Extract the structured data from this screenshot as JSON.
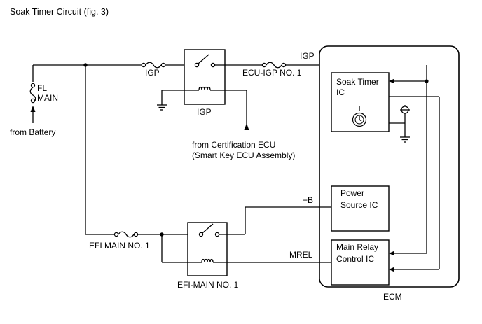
{
  "title": "Soak Timer Circuit (fig. 3)",
  "labels": {
    "fl_main_1": "FL",
    "fl_main_2": "MAIN",
    "from_battery": "from Battery",
    "igp_fuse": "IGP",
    "igp_relay": "IGP",
    "ecu_igp_fuse": "ECU-IGP NO. 1",
    "igp_line": "IGP",
    "cert_ecu_1": "from Certification ECU",
    "cert_ecu_2": "(Smart Key ECU Assembly)",
    "efi_main_fuse": "EFI MAIN NO. 1",
    "efi_main_relay": "EFI-MAIN NO. 1",
    "plus_b": "+B",
    "mrel": "MREL",
    "ecm": "ECM",
    "soak_timer_1": "Soak Timer",
    "soak_timer_2": "IC",
    "power_source_1": "Power",
    "power_source_2": "Source IC",
    "main_relay_1": "Main Relay",
    "main_relay_2": "Control IC"
  }
}
